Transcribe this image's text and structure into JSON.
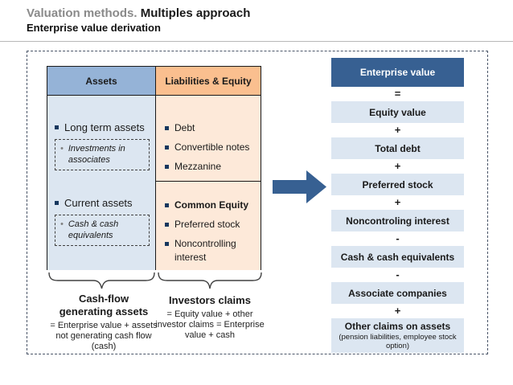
{
  "header": {
    "title_prefix": "Valuation methods.",
    "title_main": " Multiples approach",
    "subtitle": "Enterprise value derivation"
  },
  "colors": {
    "dark_blue": "#376092",
    "header_blue": "#95B3D7",
    "light_blue": "#DCE6F1",
    "header_orange": "#FABF8F",
    "light_orange": "#FDE9D9",
    "title_gray": "#8A8A8A"
  },
  "balance_sheet": {
    "assets": {
      "header": "Assets",
      "groups": [
        {
          "label": "Long term assets",
          "sub": "Investments in associates"
        },
        {
          "label": "Current assets",
          "sub": "Cash & cash equivalents"
        }
      ]
    },
    "liabilities": {
      "header": "Liabilities & Equity",
      "top_items": [
        "Debt",
        "Convertible notes",
        "Mezzanine"
      ],
      "bottom_items": [
        "Common Equity",
        "Preferred stock",
        "Noncontrolling interest"
      ]
    }
  },
  "captions": {
    "left": {
      "title": "Cash-flow generating assets",
      "sub": "= Enterprise value + assets not generating cash flow (cash)"
    },
    "right": {
      "title": "Investors claims",
      "sub": "= Equity value + other investor claims = Enterprise value + cash"
    }
  },
  "ev_stack": {
    "header": "Enterprise value",
    "items": [
      {
        "operator": "=",
        "label": "Equity value"
      },
      {
        "operator": "+",
        "label": "Total debt"
      },
      {
        "operator": "+",
        "label": "Preferred stock"
      },
      {
        "operator": "+",
        "label": "Noncontroling interest"
      },
      {
        "operator": "-",
        "label": "Cash & cash equivalents"
      },
      {
        "operator": "-",
        "label": "Associate companies"
      },
      {
        "operator": "+",
        "label": "Other claims on assets",
        "note": "(pension liabilities, employee stock option)"
      }
    ]
  }
}
